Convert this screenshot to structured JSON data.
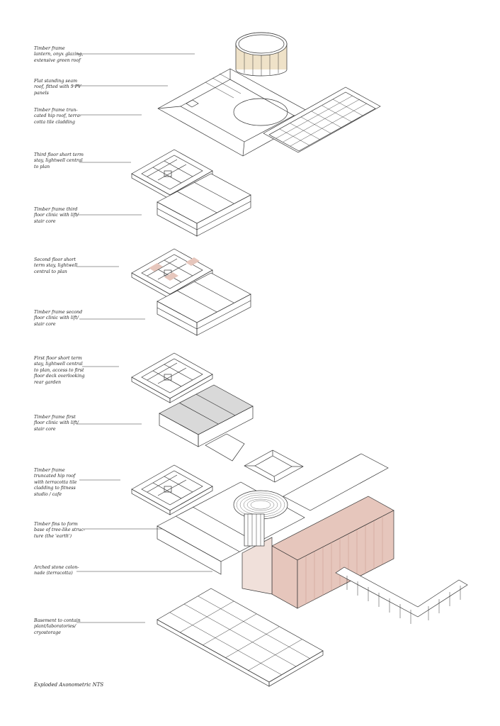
{
  "labels": [
    "Timber frame\nlantern, onyx glazing,\nextensive green roof",
    "Flat standing seam\nroof, fitted with 5 PV\npanels",
    "Timber frame trun-\ncated hip roof, terra-\ncotta tile cladding",
    "Third floor short term\nstay, lightwell central\nto plan",
    "Timber frame third\nfloor clinic with lift/\nstair core",
    "Second floor short\nterm stay, lightwell\ncentral to plan",
    "Timber frame second\nfloor clinic with lift/\nstair core",
    "First floor short term\nstay, lightwell central\nto plan, access to first\nfloor deck overlooking\nrear garden",
    "Timber frame first\nfloor clinic with lift/\nstair core",
    "Timber frame\ntruncated hip roof\nwith terracotta tile\ncladding to fitness\nstudio / cafe",
    "Timber fins to form\nbase of tree-like struc-\nture (the 'earth')",
    "Arched stone colon-\nnade (terracotta)",
    "Basement to contain\nplant/laboratories/\ncryostorage"
  ],
  "caption": "Exploded Axonometric NTS",
  "colors": {
    "line": "#333333",
    "terracotta": "#e6c6bc",
    "terracotta_dark": "#c9998d",
    "grey_fill": "#d9d9d9",
    "glazing": "#efe2c8"
  }
}
